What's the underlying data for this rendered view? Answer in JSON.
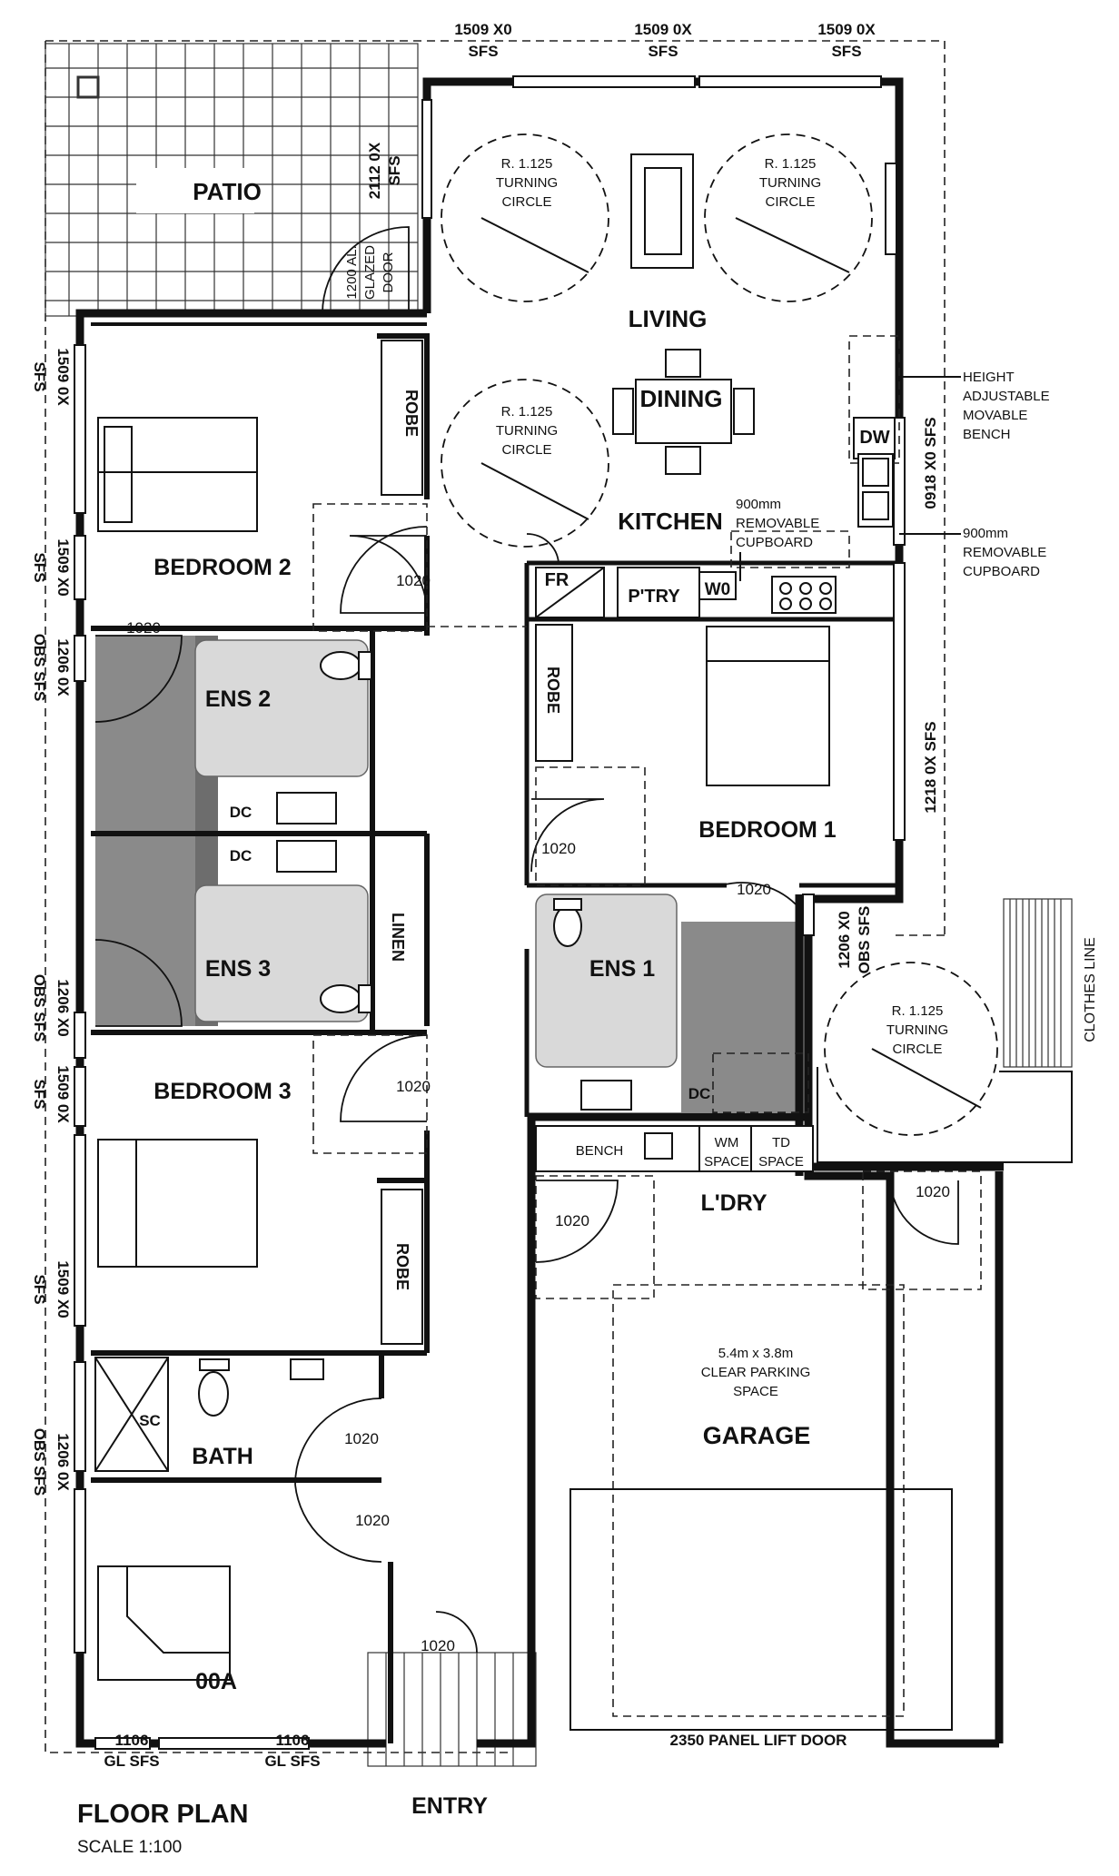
{
  "title": "FLOOR PLAN",
  "scale": "SCALE 1:100",
  "rooms": {
    "patio": "PATIO",
    "living": "LIVING",
    "dining": "DINING",
    "kitchen": "KITCHEN",
    "bedroom1": "BEDROOM 1",
    "bedroom2": "BEDROOM 2",
    "bedroom3": "BEDROOM 3",
    "ens1": "ENS 1",
    "ens2": "ENS 2",
    "ens3": "ENS 3",
    "linen": "LINEN",
    "robe": "ROBE",
    "bath": "BATH",
    "laundry": "L'DRY",
    "garage": "GARAGE",
    "study": "00A",
    "entry": "ENTRY",
    "pantry": "P'TRY",
    "fridge": "FR",
    "wall_oven": "W0",
    "dishwasher": "DW",
    "shower_chair": "SC",
    "dc": "DC",
    "clothes_line": "CLOTHES LINE"
  },
  "windows": {
    "top1_a": "1509 X0",
    "top1_b": "SFS",
    "top2_a": "1509 0X",
    "top2_b": "SFS",
    "top3_a": "1509 0X",
    "top3_b": "SFS",
    "patio_a": "2112 0X",
    "patio_b": "SFS",
    "left1_a": "1509 0X",
    "left1_b": "SFS",
    "left2_a": "1509 X0",
    "left2_b": "SFS",
    "left3_a": "1206 0X",
    "left3_b": "OBS SFS",
    "left4_a": "1206 X0",
    "left4_b": "OBS SFS",
    "left5_a": "1509 0X",
    "left5_b": "SFS",
    "left6_a": "1509 X0",
    "left6_b": "SFS",
    "left7_a": "1206 0X",
    "left7_b": "OBS SFS",
    "right1": "0918 X0 SFS",
    "right2": "1218 0X SFS",
    "right3_a": "1206 X0",
    "right3_b": "OBS SFS",
    "bottom1_a": "1106",
    "bottom1_b": "GL SFS",
    "bottom2_a": "1106",
    "bottom2_b": "GL SFS"
  },
  "door_labels": {
    "glazed_door": [
      "1200 AL.",
      "GLAZED",
      "DOOR"
    ],
    "d1020": "1020",
    "garage_door": "2350 PANEL LIFT DOOR"
  },
  "notes": {
    "turning_circle": [
      "R. 1.125",
      "TURNING",
      "CIRCLE"
    ],
    "bench_note": [
      "HEIGHT",
      "ADJUSTABLE",
      "MOVABLE",
      "BENCH"
    ],
    "cupboard_right": [
      "900mm",
      "REMOVABLE",
      "CUPBOARD"
    ],
    "cupboard_kitchen": [
      "900mm",
      "REMOVABLE",
      "CUPBOARD"
    ],
    "bench": "BENCH",
    "wm": [
      "WM",
      "SPACE"
    ],
    "td": [
      "TD",
      "SPACE"
    ],
    "parking": [
      "5.4m x 3.8m",
      "CLEAR PARKING",
      "SPACE"
    ]
  }
}
